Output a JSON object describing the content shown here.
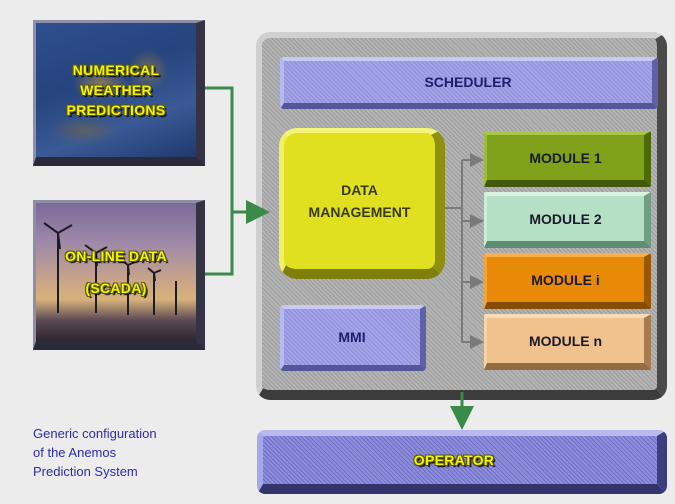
{
  "inputs": {
    "nwp": {
      "line1": "NUMERICAL",
      "line2": "WEATHER",
      "line3": "PREDICTIONS"
    },
    "scada": {
      "line1": "ON-LINE DATA",
      "line2": "(SCADA)"
    }
  },
  "system": {
    "scheduler": "SCHEDULER",
    "data_management": {
      "line1": "DATA",
      "line2": "MANAGEMENT"
    },
    "mmi": "MMI",
    "modules": [
      "MODULE 1",
      "MODULE 2",
      "MODULE i",
      "MODULE n"
    ]
  },
  "operator": "OPERATOR",
  "caption": {
    "line1": "Generic configuration",
    "line2": "of the Anemos",
    "line3": "Prediction System"
  },
  "colors": {
    "connector": "#3a8a4a",
    "connector_gray": "#7a7a7a"
  }
}
